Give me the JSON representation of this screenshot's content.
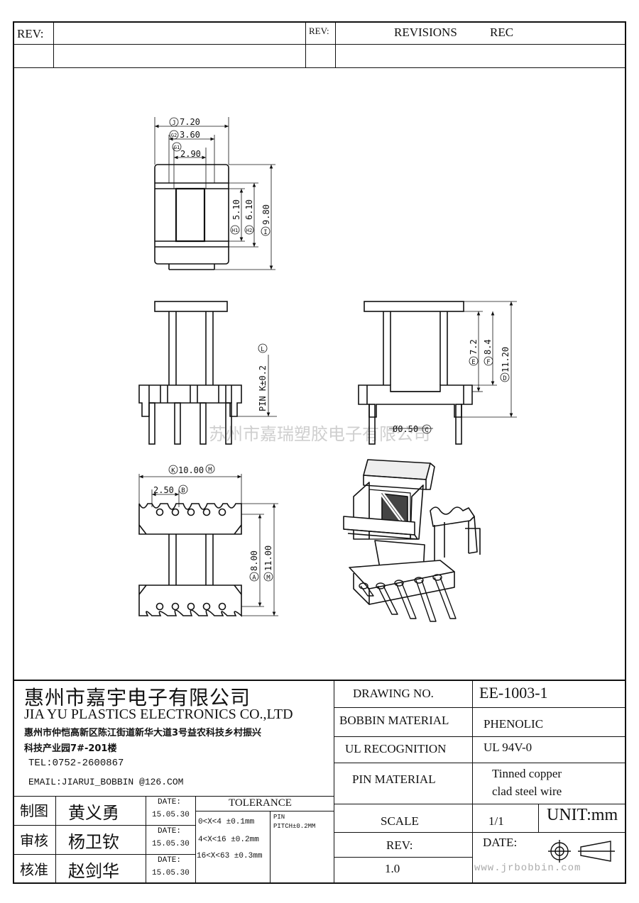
{
  "revision_bar": {
    "rev_label_left": "REV:",
    "rev_label_right": "REV:",
    "revisions_label": "REVISIONS",
    "rec_label": "REC"
  },
  "drawing": {
    "dimensions": {
      "J": "7.20",
      "G2": "3.60",
      "G1": "2.90",
      "H1": "5.10",
      "H2": "6.10",
      "I": "9.80",
      "L": "PIN K±0.2",
      "E": "7.2",
      "F": "8.4",
      "D": "11.20",
      "C": "Ø0.50",
      "K": "10.00",
      "B": "2.50",
      "A": "8.00",
      "M": "11.00"
    },
    "circle_labels": {
      "J": "J",
      "G2": "G2",
      "G1": "G1",
      "H1": "H1",
      "H2": "H2",
      "I": "I",
      "L": "L",
      "E": "E",
      "F": "F",
      "D": "D",
      "C": "C",
      "K": "K",
      "B": "B",
      "A": "A",
      "M": "M",
      "K2": "K"
    },
    "watermark": "苏州市嘉瑞塑胶电子有限公司"
  },
  "title_block": {
    "company_cn": "惠州市嘉宇电子有限公司",
    "company_en": "JIA YU PLASTICS ELECTRONICS CO.,LTD",
    "address_line1": "惠州市仲恺高新区陈江街道新华大道3号益农科技乡村振兴",
    "address_line2": "科技产业园7#-201楼",
    "tel": "TEL:0752-2600867",
    "email": "EMAIL:JIARUI_BOBBIN @126.COM",
    "drawing_no_label": "DRAWING  NO.",
    "drawing_no_value": "EE-1003-1",
    "bobbin_material_label": "BOBBIN  MATERIAL",
    "bobbin_material_value": "PHENOLIC",
    "ul_label": "UL RECOGNITION",
    "ul_value": "UL 94V-0",
    "pin_material_label": "PIN MATERIAL",
    "pin_material_value_1": "Tinned copper",
    "pin_material_value_2": "clad steel wire",
    "scale_label": "SCALE",
    "scale_value": "1/1",
    "unit": "UNIT:mm",
    "rev_label": "REV:",
    "rev_value": "1.0",
    "date_label": "DATE:",
    "website": "www.jrbobbin.com",
    "tolerance_title": "TOLERANCE",
    "tolerance_rows": [
      "0<X<4  ±0.1mm",
      "4<X<16 ±0.2mm",
      "16<X<63 ±0.3mm"
    ],
    "pin_pitch_1": "PIN",
    "pin_pitch_2": "PITCH±0.2MM",
    "signoffs": [
      {
        "role": "制图",
        "name": "黄义勇",
        "date_label": "DATE:",
        "date": "15.05.30"
      },
      {
        "role": "审核",
        "name": "杨卫钦",
        "date_label": "DATE:",
        "date": "15.05.30"
      },
      {
        "role": "核准",
        "name": "赵剑华",
        "date_label": "DATE:",
        "date": "15.05.30"
      }
    ]
  }
}
